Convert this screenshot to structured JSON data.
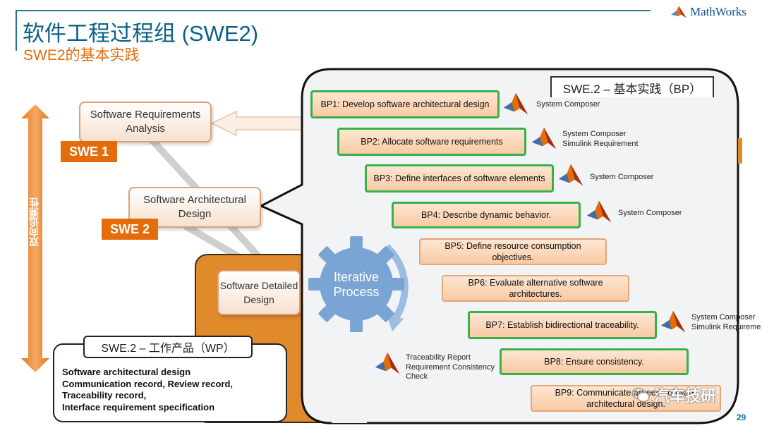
{
  "header": {
    "title": "软件工程过程组 (SWE2)",
    "subtitle": "SWE2的基本实践",
    "brand": "MathWorks",
    "page_number": "29"
  },
  "traceability_label": "双向追溯性",
  "process_boxes": [
    {
      "label": "Software Requirements Analysis",
      "tag": "SWE 1"
    },
    {
      "label": "Software Architectural Design",
      "tag": "SWE 2"
    },
    {
      "label": "Software Detailed Design"
    }
  ],
  "work_products": {
    "header": "SWE.2 – 工作产品（WP）",
    "items": [
      "Software architectural design",
      "Communication record, Review record,",
      "Traceability record,",
      "Interface requirement specification"
    ]
  },
  "base_practices": {
    "header": "SWE.2 – 基本实践（BP）",
    "cycle_label": "Iterative Process",
    "items": [
      {
        "label": "BP1: Develop software architectural design",
        "tools": [
          "System Composer"
        ]
      },
      {
        "label": "BP2: Allocate software requirements",
        "tools": [
          "System Composer",
          "Simulink Requirement"
        ]
      },
      {
        "label": "BP3:  Define interfaces of software elements",
        "tools": [
          "System Composer"
        ]
      },
      {
        "label": "BP4: Describe dynamic behavior.",
        "tools": [
          "System Composer"
        ]
      },
      {
        "label": "BP5: Define resource consumption objectives.",
        "tools": []
      },
      {
        "label": "BP6: Evaluate alternative software architectures.",
        "tools": []
      },
      {
        "label": "BP7:  Establish bidirectional traceability.",
        "tools": [
          "System Composer",
          "Simulink Requirement"
        ]
      },
      {
        "label": "BP8:  Ensure consistency.",
        "tools": [
          "Traceability Report",
          "Requirement Consistency",
          "Check"
        ]
      },
      {
        "label": "BP9:  Communicate agreed software architectural design.",
        "tools": []
      }
    ]
  },
  "watermark": "汽车技研",
  "colors": {
    "accent": "#e46c0a",
    "title": "#0b5f86",
    "highlight": "#37b14a"
  },
  "icons": {
    "tool": "matlab-membrane-icon",
    "cycle": "gear-icon"
  }
}
